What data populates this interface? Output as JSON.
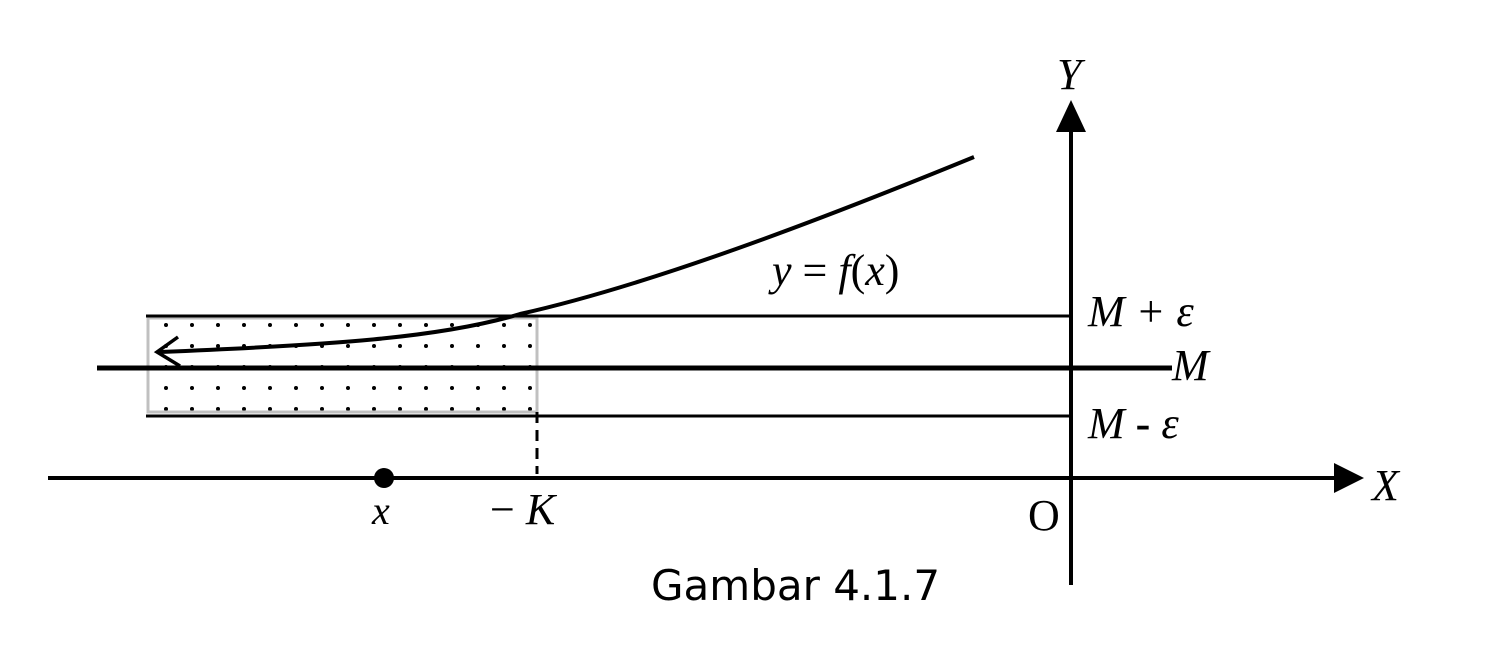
{
  "figure": {
    "caption": "Gambar 4.1.7",
    "x_axis_label": "X",
    "y_axis_label": "Y",
    "origin_label": "O",
    "curve_label_y": "y",
    "curve_label_eq": " = ",
    "curve_label_f": "f",
    "curve_label_open": "(",
    "curve_label_x": "x",
    "curve_label_close": ")",
    "upper_band_label_M": "M",
    "upper_band_label_rest": " + ε",
    "level_label": "M",
    "lower_band_label_M": "M",
    "lower_band_label_op": " - ",
    "lower_band_label_eps": "ε",
    "point_x_label": "x",
    "neg_k_minus": "−",
    "neg_k_letter": " K"
  },
  "colors": {
    "ink": "#000000",
    "band_border": "#c0c0c0",
    "dots": "#000000"
  }
}
